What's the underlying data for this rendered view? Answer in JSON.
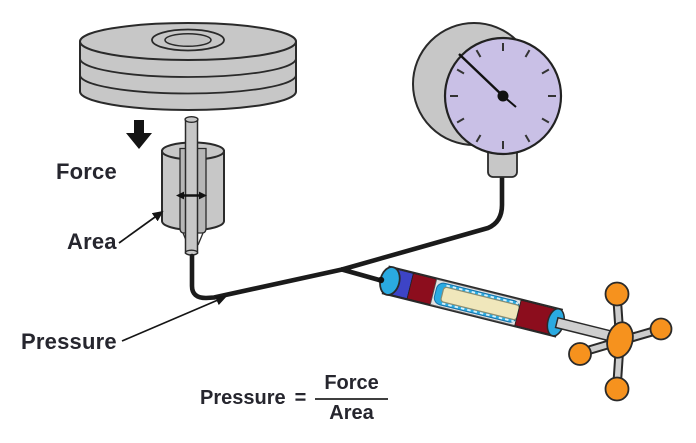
{
  "figure": {
    "type": "physics-diagram",
    "subject": "Pressure produced by a force acting on an area, shown with a dead-weight piston, pressure gauge and screw pump",
    "labels": {
      "force": "Force",
      "area": "Area",
      "pressure": "Pressure"
    },
    "formula": {
      "lhs": "Pressure",
      "equals": "=",
      "numerator": "Force",
      "denominator": "Area"
    },
    "components": [
      {
        "name": "weight-stack",
        "desc": "three stacked gray discs with a center hole"
      },
      {
        "name": "force-arrow",
        "desc": "solid black arrow pointing down"
      },
      {
        "name": "piston-cylinder",
        "desc": "gray piston rod in a slotted cylinder with diameter arrow"
      },
      {
        "name": "pressure-gauge",
        "desc": "round gauge with lavender dial, 12 ticks, needle to upper left"
      },
      {
        "name": "tubing",
        "desc": "black tubes joining piston, gauge and pump inlet"
      },
      {
        "name": "screw-pump",
        "desc": "tilted cylinder with blue and maroon bands, cream screw, orange hand-wheel"
      }
    ],
    "colors": {
      "metal": "#c7c7c7",
      "metalDark": "#b6b6b6",
      "line": "#2a2a2a",
      "tube": "#1b1b1b",
      "gaugeFace": "#c9c0e6",
      "cyan": "#2aaae1",
      "blue": "#3d44c6",
      "maroon": "#8c0d1d",
      "cream": "#f0e7bb",
      "orange": "#f6921e",
      "text": "#26262e"
    }
  }
}
